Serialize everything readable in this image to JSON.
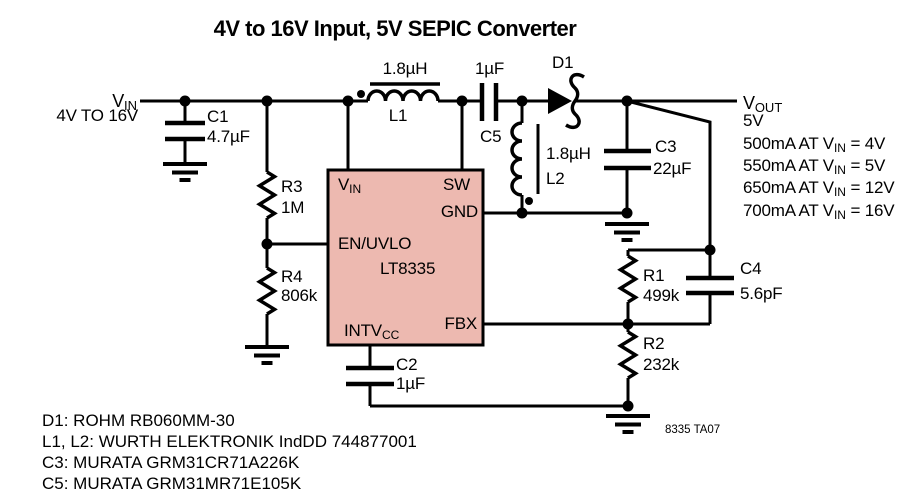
{
  "title": "4V to 16V Input, 5V SEPIC Converter",
  "figure_id": "8335 TA07",
  "colors": {
    "ic_fill": "#edb9b0",
    "line": "#000000",
    "background": "#ffffff"
  },
  "input": {
    "net_main": "V",
    "net_sub": "IN",
    "range": "4V TO 16V"
  },
  "output": {
    "net_main": "V",
    "net_sub": "OUT",
    "voltage": "5V",
    "ratings": [
      {
        "pre": "500mA AT V",
        "sub": "IN",
        "post": " = 4V"
      },
      {
        "pre": "550mA AT V",
        "sub": "IN",
        "post": " = 5V"
      },
      {
        "pre": "650mA AT V",
        "sub": "IN",
        "post": " = 12V"
      },
      {
        "pre": "700mA AT V",
        "sub": "IN",
        "post": " = 16V"
      }
    ]
  },
  "ic": {
    "part": "LT8335",
    "pins": {
      "vin_main": "V",
      "vin_sub": "IN",
      "sw": "SW",
      "gnd": "GND",
      "en": "EN/UVLO",
      "intvcc_main": "INTV",
      "intvcc_sub": "CC",
      "fbx": "FBX"
    }
  },
  "components": {
    "c1": {
      "ref": "C1",
      "value": "4.7µF"
    },
    "r3": {
      "ref": "R3",
      "value": "1M"
    },
    "r4": {
      "ref": "R4",
      "value": "806k"
    },
    "l1": {
      "ref": "L1",
      "value": "1.8µH"
    },
    "c5": {
      "ref": "C5",
      "value": "1µF"
    },
    "l2": {
      "ref": "L2",
      "value": "1.8µH"
    },
    "d1": {
      "ref": "D1"
    },
    "c3": {
      "ref": "C3",
      "value": "22µF"
    },
    "c2": {
      "ref": "C2",
      "value": "1µF"
    },
    "r1": {
      "ref": "R1",
      "value": "499k"
    },
    "c4": {
      "ref": "C4",
      "value": "5.6pF"
    },
    "r2": {
      "ref": "R2",
      "value": "232k"
    }
  },
  "notes": [
    "D1: ROHM RB060MM-30",
    "L1, L2: WURTH ELEKTRONIK IndDD 744877001",
    "C3: MURATA GRM31CR71A226K",
    "C5: MURATA GRM31MR71E105K"
  ]
}
